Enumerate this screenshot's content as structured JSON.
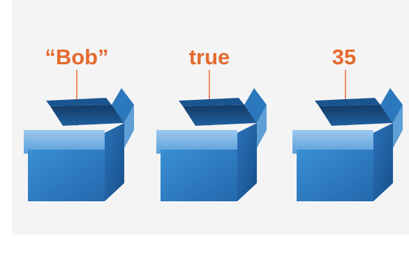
{
  "boxes": [
    {
      "label": "“Bob”"
    },
    {
      "label": "true"
    },
    {
      "label": "35"
    }
  ],
  "colors": {
    "label": "#e56a2e",
    "box_front": "#2f7fc4",
    "box_side": "#1f5f9e",
    "box_inner": "#17467a",
    "box_flap": "#7db6e6"
  }
}
